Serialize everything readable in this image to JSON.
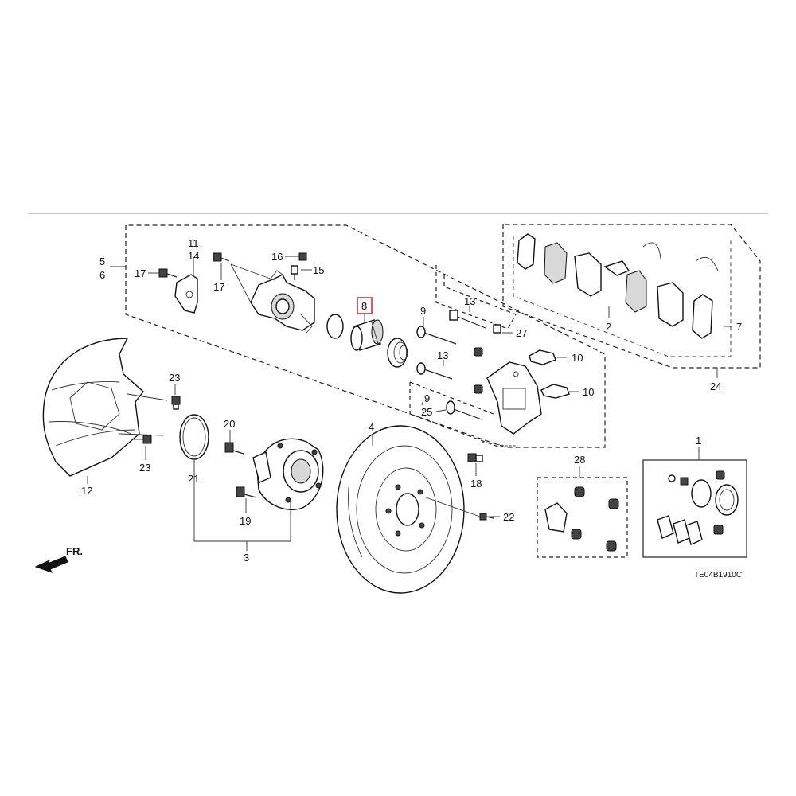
{
  "diagram": {
    "drawing_code": "TE04B1910C",
    "front_marker": "FR.",
    "highlighted_part": "8",
    "highlight_color": "#e83c4c",
    "callouts": {
      "c1": "1",
      "c2": "2",
      "c3": "3",
      "c4": "4",
      "c5": "5",
      "c6": "6",
      "c7": "7",
      "c8": "8",
      "c9a": "9",
      "c9b": "9",
      "c10a": "10",
      "c10b": "10",
      "c11": "11",
      "c12": "12",
      "c13a": "13",
      "c13b": "13",
      "c14": "14",
      "c15": "15",
      "c16": "16",
      "c17a": "17",
      "c17b": "17",
      "c18": "18",
      "c19": "19",
      "c20": "20",
      "c21": "21",
      "c22": "22",
      "c23a": "23",
      "c23b": "23",
      "c24": "24",
      "c25": "25",
      "c27": "27",
      "c28": "28"
    }
  }
}
